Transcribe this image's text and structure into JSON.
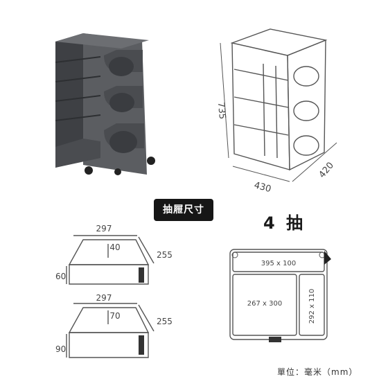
{
  "badge_label": "抽屜尺寸",
  "drawer_count_label": "4 抽",
  "unit_note": "單位：毫米（mm）",
  "outline": {
    "height": "735",
    "width": "430",
    "depth": "420"
  },
  "small_drawer": {
    "width": "297",
    "inner": "40",
    "depth": "255",
    "height": "60"
  },
  "large_drawer": {
    "width": "297",
    "inner": "70",
    "depth": "255",
    "height": "90"
  },
  "top_view": {
    "top_tray": "395 x 100",
    "main_compartment": "267 x 300",
    "side_compartment": "292 x 110"
  },
  "colors": {
    "product_body": "#5b5d61",
    "product_dark": "#3e4044",
    "line": "#555555",
    "badge_bg": "#161616"
  }
}
